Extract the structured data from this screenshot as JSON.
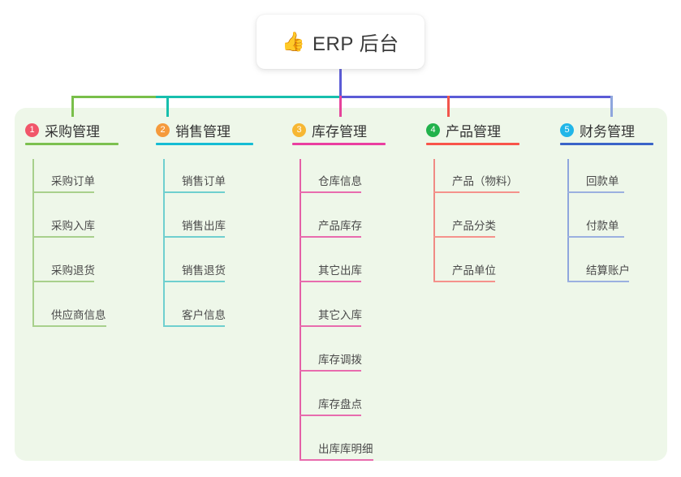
{
  "diagram": {
    "type": "org-chart",
    "root": {
      "emoji": "👍",
      "emoji_name": "thumbs-up-emoji",
      "title": "ERP 后台"
    },
    "panel_color": "#eef7e9",
    "connector_colors": {
      "stem": "#5b5bd6",
      "bus_left": "#79bf4a",
      "bus_mid": "#17bfad",
      "bus_right": "#5b5bd6",
      "drop_1": "#79bf4a",
      "drop_2": "#17bfad",
      "drop_3": "#e6439b",
      "drop_4": "#f2554c",
      "drop_5": "#8fa6dd"
    },
    "columns": [
      {
        "index": "1",
        "title": "采购管理",
        "badge_color": "#f1566a",
        "line_color": "#7cc04f",
        "spine_color": "#a8d08c",
        "leaf_line_color": "#a8d08c",
        "rule_width": 115,
        "leaves": [
          {
            "label": "采购订单",
            "rule_width": 76
          },
          {
            "label": "采购入库",
            "rule_width": 76
          },
          {
            "label": "采购退货",
            "rule_width": 76
          },
          {
            "label": "供应商信息",
            "rule_width": 91
          }
        ]
      },
      {
        "index": "2",
        "title": "销售管理",
        "badge_color": "#f59a3c",
        "line_color": "#15bcd4",
        "spine_color": "#6fcfcf",
        "leaf_line_color": "#6fcfcf",
        "rule_width": 120,
        "leaves": [
          {
            "label": "销售订单",
            "rule_width": 76
          },
          {
            "label": "销售出库",
            "rule_width": 76
          },
          {
            "label": "销售退货",
            "rule_width": 76
          },
          {
            "label": "客户信息",
            "rule_width": 76
          }
        ]
      },
      {
        "index": "3",
        "title": "库存管理",
        "badge_color": "#f7b733",
        "line_color": "#ea3fa0",
        "spine_color": "#e45fa6",
        "leaf_line_color": "#e86cae",
        "rule_width": 115,
        "leaves": [
          {
            "label": "仓库信息",
            "rule_width": 76
          },
          {
            "label": "产品库存",
            "rule_width": 76
          },
          {
            "label": "其它出库",
            "rule_width": 76
          },
          {
            "label": "其它入库",
            "rule_width": 76
          },
          {
            "label": "库存调拨",
            "rule_width": 76
          },
          {
            "label": "库存盘点",
            "rule_width": 76
          },
          {
            "label": "出库库明细",
            "rule_width": 91
          }
        ]
      },
      {
        "index": "4",
        "title": "产品管理",
        "badge_color": "#22b24c",
        "line_color": "#f9544a",
        "spine_color": "#f08a84",
        "leaf_line_color": "#f5928c",
        "rule_width": 115,
        "leaves": [
          {
            "label": "产品（物料）",
            "rule_width": 106
          },
          {
            "label": "产品分类",
            "rule_width": 76
          },
          {
            "label": "产品单位",
            "rule_width": 76
          }
        ]
      },
      {
        "index": "5",
        "title": "财务管理",
        "badge_color": "#21b6e8",
        "line_color": "#3a64c8",
        "spine_color": "#8fa6dd",
        "leaf_line_color": "#9bb0e0",
        "rule_width": 115,
        "leaves": [
          {
            "label": "回款单",
            "rule_width": 70
          },
          {
            "label": "付款单",
            "rule_width": 70
          },
          {
            "label": "结算账户",
            "rule_width": 76
          }
        ]
      }
    ]
  }
}
